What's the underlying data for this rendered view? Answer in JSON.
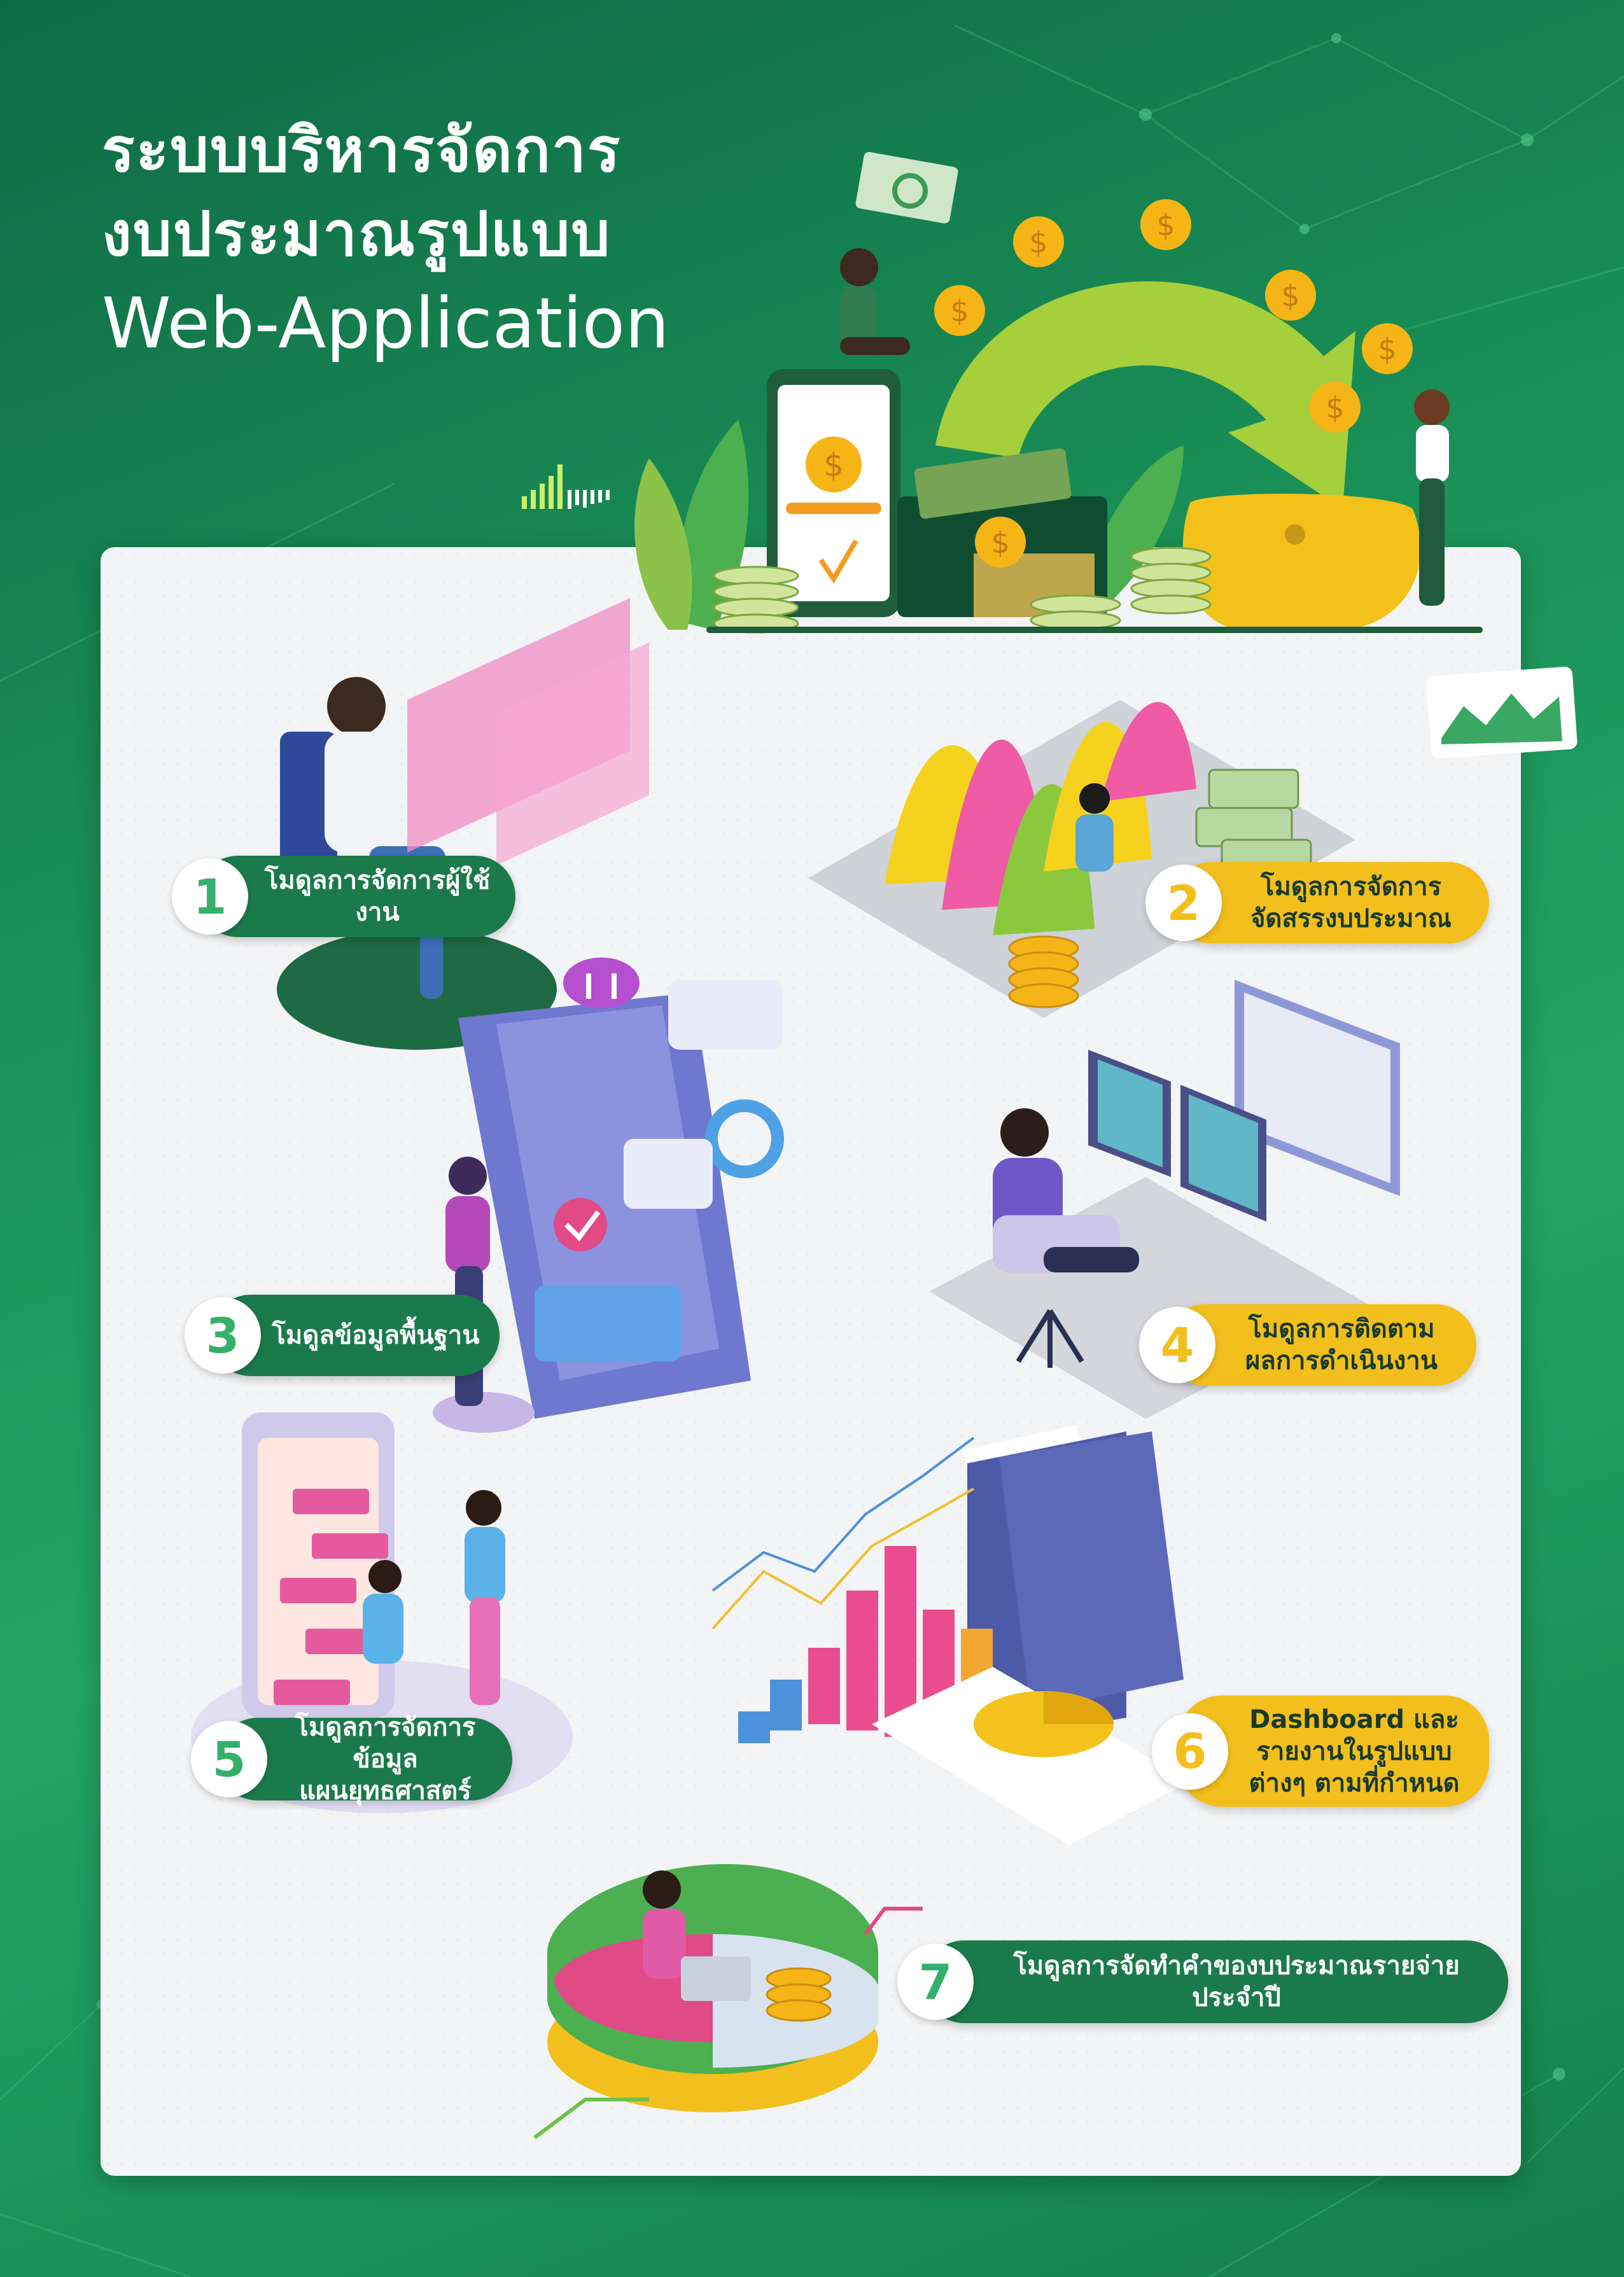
{
  "title": {
    "line1": "ระบบบริหารจัดการ",
    "line2": "งบประมาณรูปแบบ",
    "line3": "Web-Application"
  },
  "colors": {
    "brand_green": "#1b7a4b",
    "accent_yellow": "#f3bf1c",
    "light_green": "#35b06a"
  },
  "modules": [
    {
      "number": "1",
      "lines": [
        "โมดูลการจัดการผู้ใช้งาน"
      ],
      "style": "green"
    },
    {
      "number": "2",
      "lines": [
        "โมดูลการจัดการ",
        "จัดสรรงบประมาณ"
      ],
      "style": "yellow"
    },
    {
      "number": "3",
      "lines": [
        "โมดูลข้อมูลพื้นฐาน"
      ],
      "style": "green"
    },
    {
      "number": "4",
      "lines": [
        "โมดูลการติดตาม",
        "ผลการดำเนินงาน"
      ],
      "style": "yellow"
    },
    {
      "number": "5",
      "lines": [
        "โมดูลการจัดการข้อมูล",
        "แผนยุทธศาสตร์"
      ],
      "style": "green"
    },
    {
      "number": "6",
      "lines": [
        "Dashboard และ",
        "รายงานในรูปแบบ",
        "ต่างๆ ตามที่กำหนด"
      ],
      "style": "yellow"
    },
    {
      "number": "7",
      "lines": [
        "โมดูลการจัดทำคำของบประมาณรายจ่ายประจำปี"
      ],
      "style": "green"
    }
  ],
  "icons": [
    "logo-bars-icon",
    "dollar-coin-icon",
    "wallet-icon",
    "phone-icon",
    "line-chart-icon",
    "monitor-icon",
    "folder-icon",
    "pie-chart-icon",
    "cloud-sync-icon"
  ]
}
